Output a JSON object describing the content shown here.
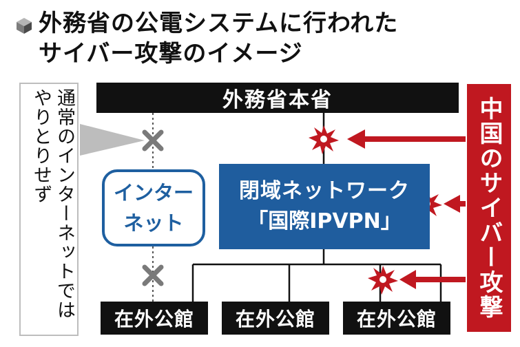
{
  "header": {
    "title_line1": "外務省の公電システムに行われた",
    "title_line2": "サイバー攻撃のイメージ",
    "bullet_icon": "cube-icon"
  },
  "diagram": {
    "hq_label": "外務省本省",
    "note_label": "通常のインターネットではやりとりせず",
    "internet_label_line1": "インター",
    "internet_label_line2": "ネット",
    "closed_network_line1": "閉域ネットワーク",
    "closed_network_line2": "「国際IPVPN」",
    "embassies": [
      "在外公館",
      "在外公館",
      "在外公館"
    ],
    "attack_label": "中国のサイバー攻撃",
    "blocked_icon": "x-mark-icon",
    "attack_icon": "explosion-icon",
    "colors": {
      "attack": "#c01820",
      "network": "#1f5d9e",
      "blocked": "#7a7a7a",
      "bar": "#111111"
    }
  }
}
